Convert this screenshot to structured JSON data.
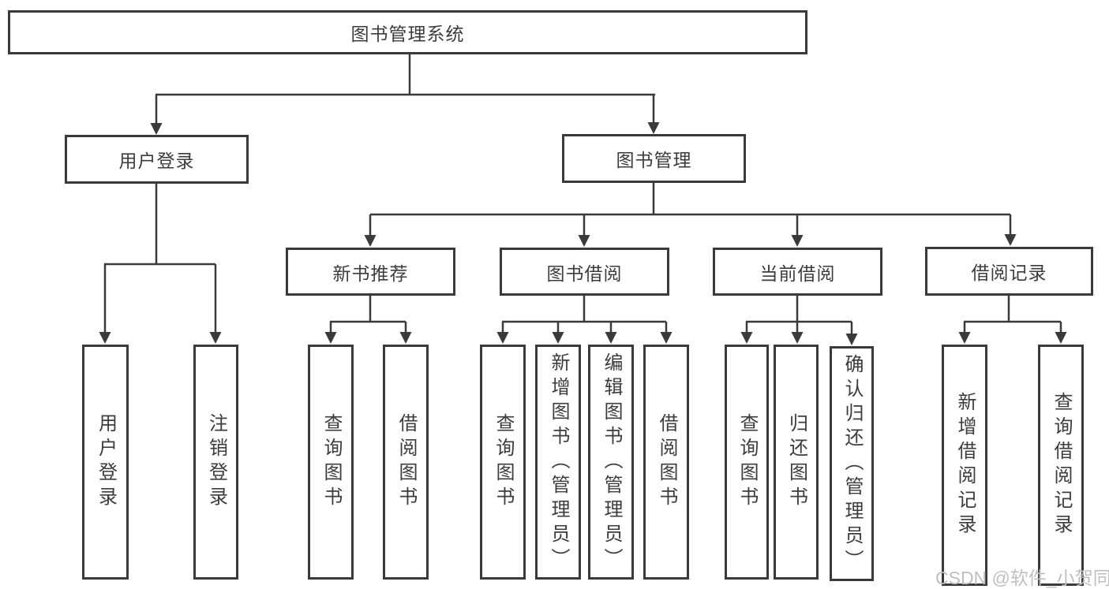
{
  "tree": {
    "root": "图书管理系统",
    "branches": [
      {
        "label": "用户登录",
        "children": [
          "用户登录",
          "注销登录"
        ]
      },
      {
        "label": "图书管理",
        "modules": [
          {
            "label": "新书推荐",
            "children": [
              "查询图书",
              "借阅图书"
            ]
          },
          {
            "label": "图书借阅",
            "children": [
              "查询图书",
              "新增图书（管理员）",
              "编辑图书（管理员）",
              "借阅图书"
            ]
          },
          {
            "label": "当前借阅",
            "children": [
              "查询图书",
              "归还图书",
              "确认归还（管理员）"
            ]
          },
          {
            "label": "借阅记录",
            "children": [
              "新增借阅记录",
              "查询借阅记录"
            ]
          }
        ]
      }
    ]
  },
  "watermark": "CSDN @软件_小贺同学",
  "colors": {
    "line": "#3a3a3a",
    "text": "#3c3c3c",
    "box_border": "#3a3a3a",
    "background": "#ffffff",
    "watermark": "#bfbfbf"
  }
}
